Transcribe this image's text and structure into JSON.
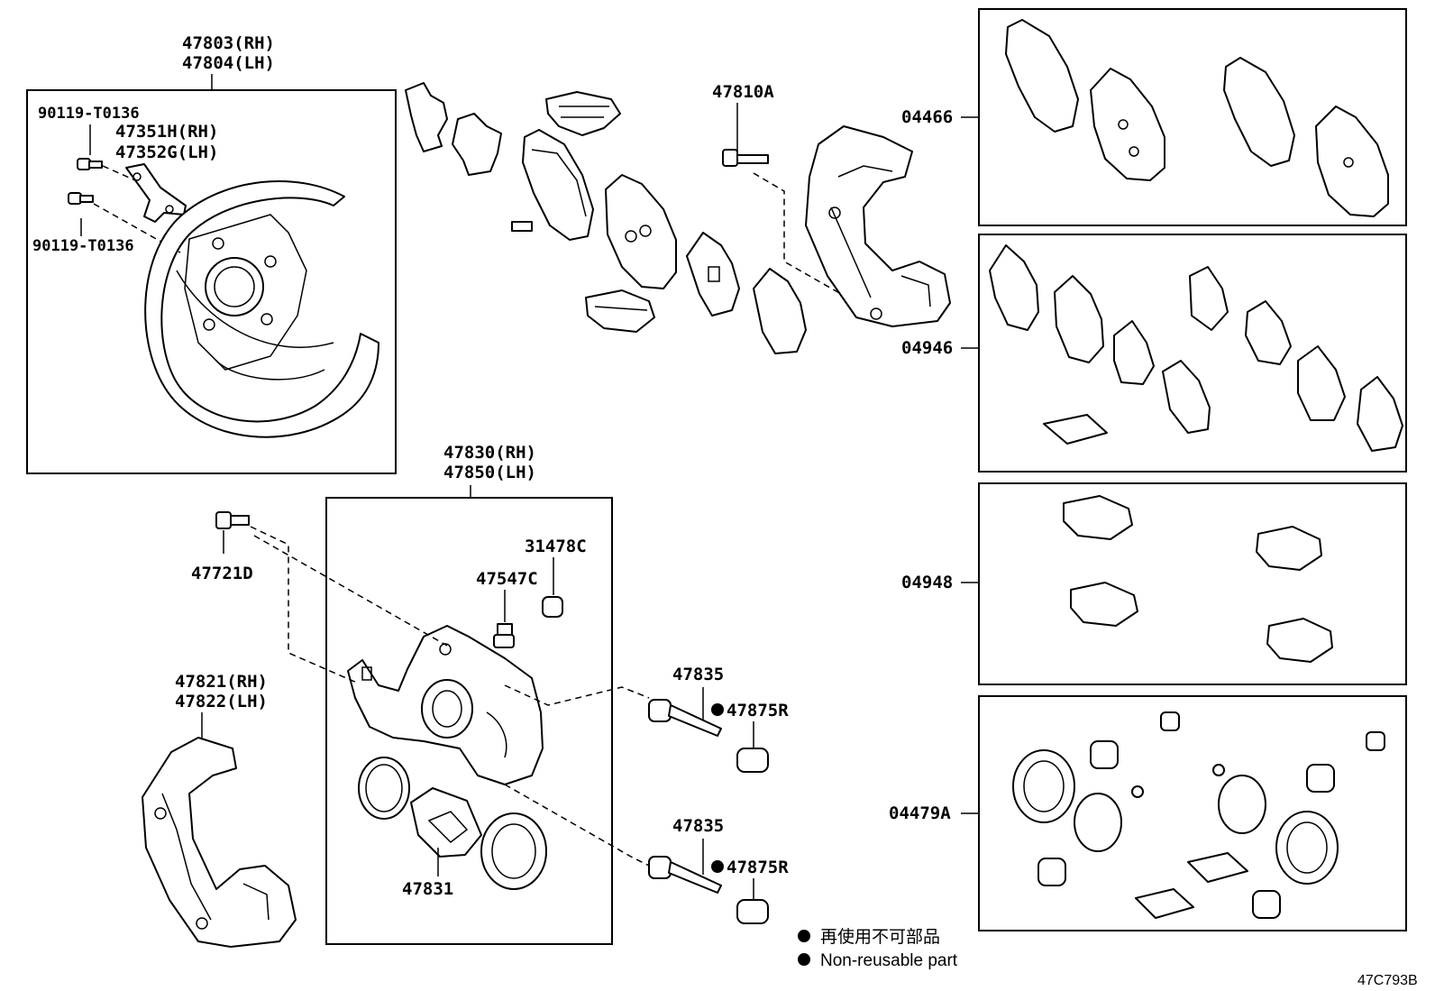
{
  "labels": {
    "shield_rh": "47803(RH)",
    "shield_lh": "47804(LH)",
    "bolt_a": "90119-T0136",
    "bolt_b": "90119-T0136",
    "bracket_rh": "47351H(RH)",
    "bracket_lh": "47352G(LH)",
    "bolt_47810a": "47810A",
    "pad_kit": "04466",
    "anti_squeal_kit": "04946",
    "clip_kit": "04948",
    "seal_kit": "04479A",
    "caliper_rh": "47830(RH)",
    "caliper_lh": "47850(LH)",
    "bolt_47721d": "47721D",
    "bleeder_cap": "31478C",
    "bleeder_plug": "47547C",
    "slide_pin_1": "47835",
    "slide_boot_1": "47875R",
    "slide_pin_2": "47835",
    "slide_boot_2": "47875R",
    "mounting_rh": "47821(RH)",
    "mounting_lh": "47822(LH)",
    "piston": "47831"
  },
  "legend": {
    "japanese": "再使用不可部品",
    "english": "Non-reusable part"
  },
  "reference_code": "47C793B"
}
